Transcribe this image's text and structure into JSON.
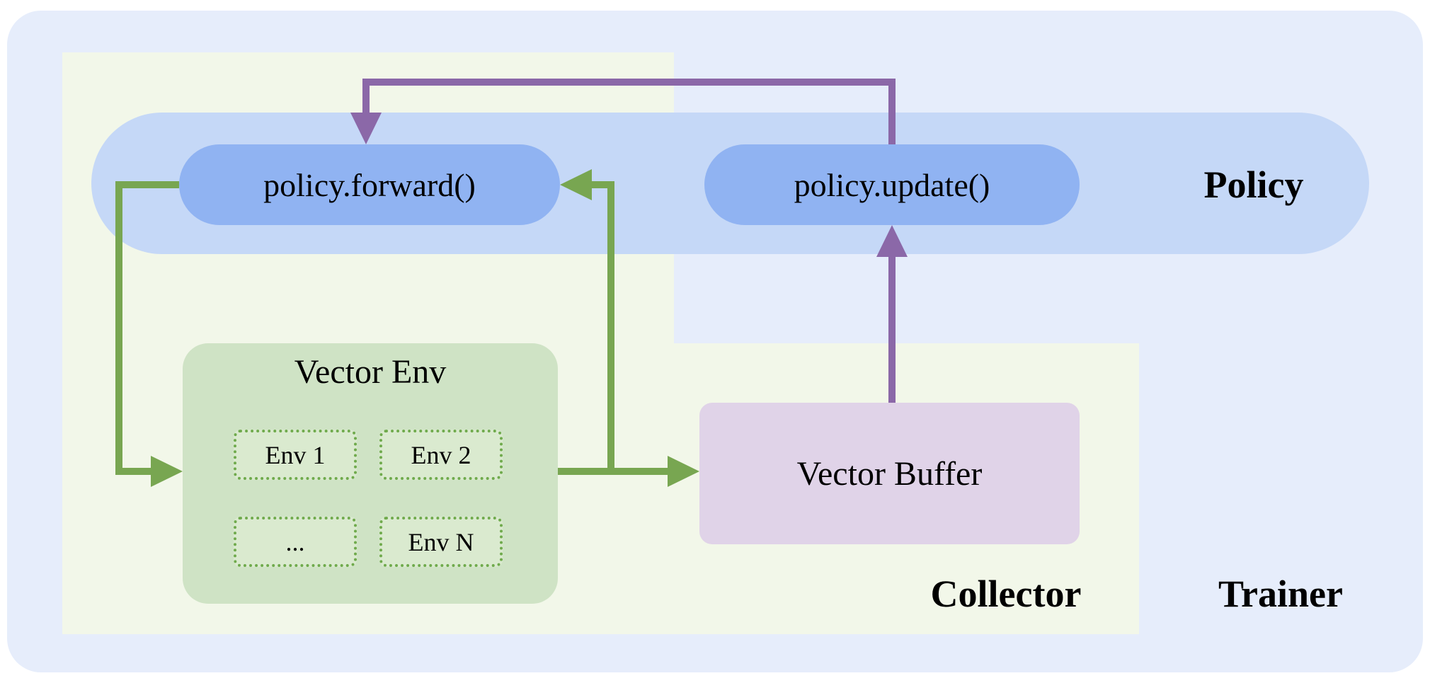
{
  "colors": {
    "trainer_bg": "#e6edfb",
    "collector_bg": "#f2f7e9",
    "policy_band": "#c5d8f7",
    "policy_pill": "#90b3f2",
    "vector_env_bg": "#cfe3c5",
    "env_cell_bg": "#daeacf",
    "env_cell_border": "#6faa4c",
    "vector_buffer_bg": "#e0d3e8",
    "arrow_green": "#78a651",
    "arrow_purple": "#8b68a8",
    "text": "#000000"
  },
  "diagram": {
    "labels": {
      "policy": "Policy",
      "collector": "Collector",
      "trainer": "Trainer"
    },
    "nodes": {
      "policy_forward": "policy.forward()",
      "policy_update": "policy.update()",
      "vector_env_title": "Vector Env",
      "envs": [
        "Env 1",
        "Env 2",
        "...",
        "Env N"
      ],
      "vector_buffer": "Vector Buffer"
    },
    "edges": [
      {
        "from": "policy.forward()",
        "to": "Vector Env",
        "color": "green"
      },
      {
        "from": "Vector Env",
        "to": "policy.forward()",
        "color": "green"
      },
      {
        "from": "Vector Env",
        "to": "Vector Buffer",
        "color": "green"
      },
      {
        "from": "Vector Buffer",
        "to": "policy.update()",
        "color": "purple"
      },
      {
        "from": "policy.update()",
        "to": "policy.forward()",
        "color": "purple"
      }
    ]
  }
}
